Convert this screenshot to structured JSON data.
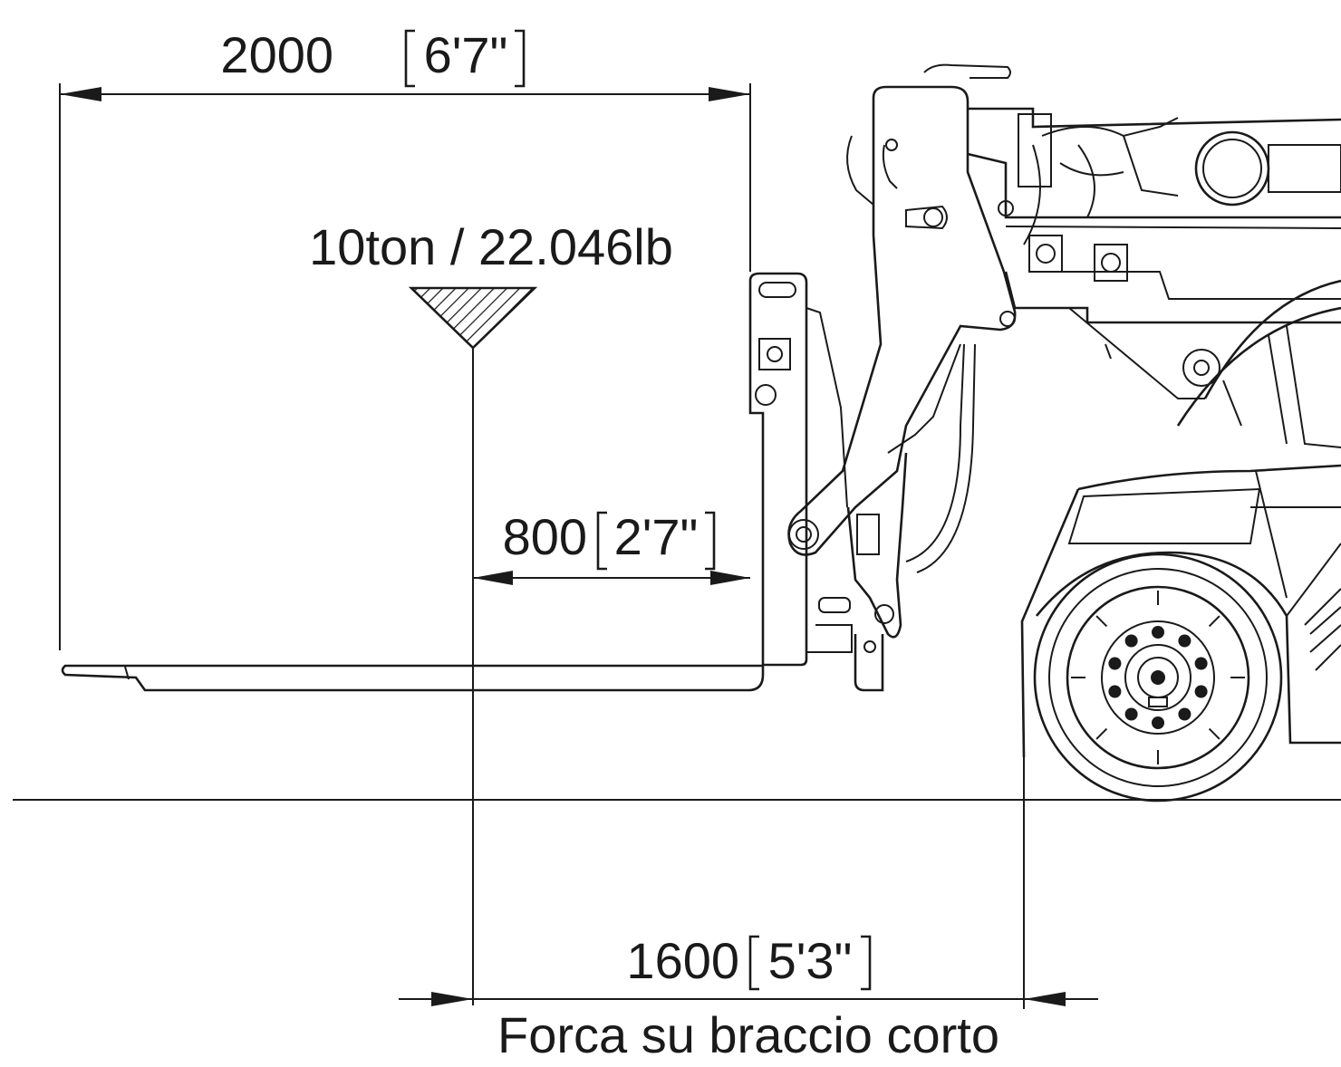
{
  "dimensions": {
    "fork_length": {
      "value": "2000",
      "imperial": "6'7\""
    },
    "load_center": {
      "value": "800",
      "imperial": "2'7\""
    },
    "load_distance": {
      "value": "1600",
      "imperial": "5'3\""
    }
  },
  "load_label": "10ton / 22.046lb",
  "caption": "Forca su braccio corto",
  "colors": {
    "line": "#1a1a1a",
    "background": "#ffffff"
  },
  "icons": {
    "load_marker": "hatched-triangle-icon"
  }
}
